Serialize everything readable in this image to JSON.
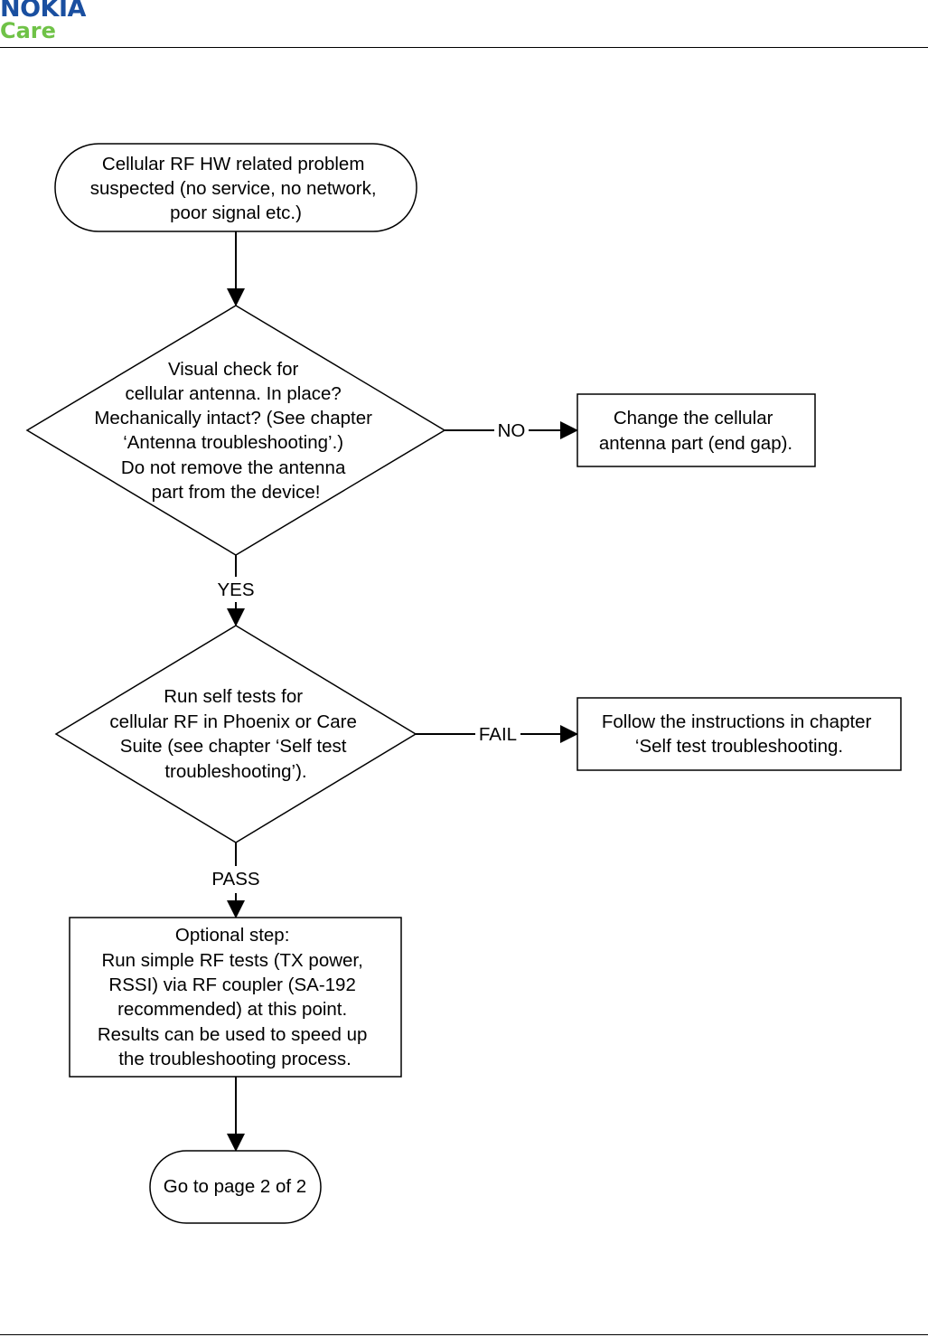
{
  "logo": {
    "brand": "NOKIA",
    "sub": "Care",
    "brand_color": "#1a4fa0",
    "sub_color": "#6fc247"
  },
  "flowchart": {
    "start": {
      "lines": [
        "Cellular RF HW related problem",
        "suspected (no service, no network,",
        "poor signal etc.)"
      ]
    },
    "decision1": {
      "lines": [
        "Visual check for",
        "cellular antenna. In place?",
        "Mechanically intact? (See chapter",
        "‘Antenna troubleshooting’.)",
        "Do not remove the antenna",
        "part from the device!"
      ]
    },
    "box_change": {
      "lines": [
        "Change the cellular",
        "antenna part (end gap)."
      ]
    },
    "decision2": {
      "lines": [
        "Run self tests for",
        "cellular RF in Phoenix or Care",
        "Suite (see chapter ‘Self test",
        "troubleshooting’)."
      ]
    },
    "box_follow": {
      "lines": [
        "Follow the instructions in chapter",
        "‘Self test troubleshooting."
      ]
    },
    "box_optional": {
      "lines": [
        "Optional step:",
        "Run simple RF tests (TX power,",
        "RSSI) via RF coupler (SA-192",
        "recommended) at this point.",
        "Results can be used to speed up",
        "the troubleshooting process."
      ]
    },
    "end": {
      "lines": [
        "Go to page 2 of 2"
      ]
    },
    "labels": {
      "no": "NO",
      "yes": "YES",
      "fail": "FAIL",
      "pass": "PASS"
    }
  }
}
